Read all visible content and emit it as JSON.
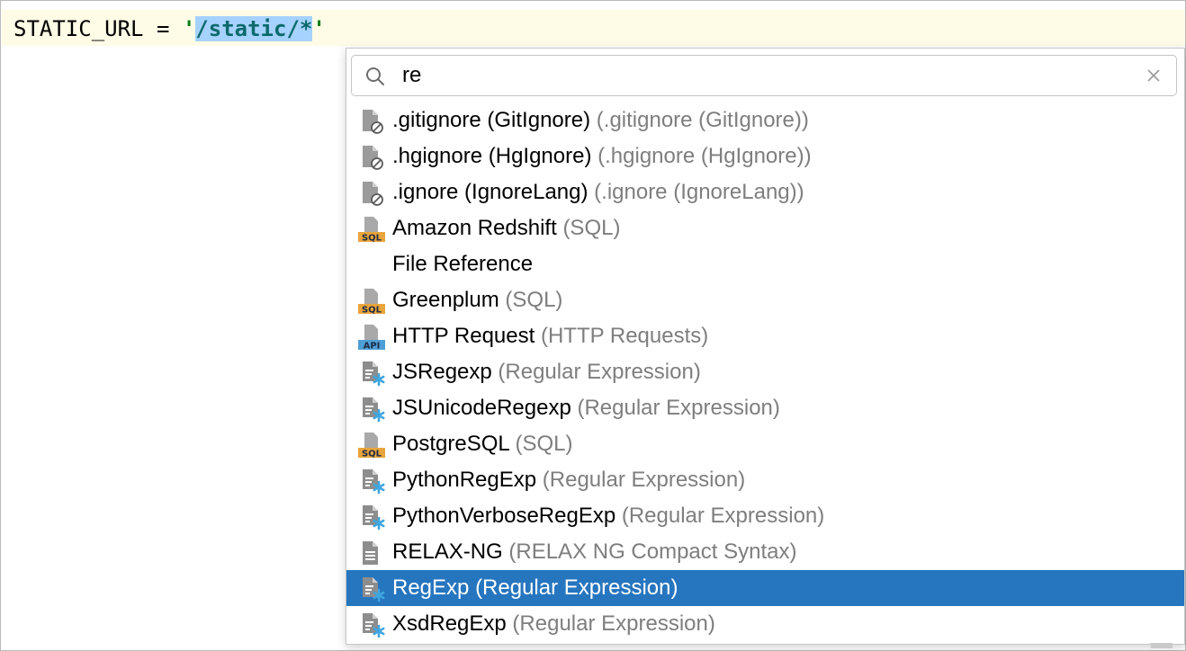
{
  "editor": {
    "code_prefix": "STATIC_URL = ",
    "quote_open": "'",
    "selected_text": "/static/*",
    "quote_close": "'"
  },
  "popup": {
    "search": {
      "value": "re",
      "placeholder": ""
    },
    "items": [
      {
        "label": ".gitignore (GitIgnore)",
        "detail": "(.gitignore (GitIgnore))",
        "icon": "ignore-file-icon"
      },
      {
        "label": ".hgignore (HgIgnore)",
        "detail": "(.hgignore (HgIgnore))",
        "icon": "ignore-file-icon"
      },
      {
        "label": ".ignore (IgnoreLang)",
        "detail": "(.ignore (IgnoreLang))",
        "icon": "ignore-file-icon"
      },
      {
        "label": "Amazon Redshift",
        "detail": "(SQL)",
        "icon": "sql-file-icon"
      },
      {
        "label": "File Reference",
        "detail": "",
        "icon": ""
      },
      {
        "label": "Greenplum",
        "detail": "(SQL)",
        "icon": "sql-file-icon"
      },
      {
        "label": "HTTP Request",
        "detail": "(HTTP Requests)",
        "icon": "api-file-icon"
      },
      {
        "label": "JSRegexp",
        "detail": "(Regular Expression)",
        "icon": "regexp-file-icon"
      },
      {
        "label": "JSUnicodeRegexp",
        "detail": "(Regular Expression)",
        "icon": "regexp-file-icon"
      },
      {
        "label": "PostgreSQL",
        "detail": "(SQL)",
        "icon": "sql-file-icon"
      },
      {
        "label": "PythonRegExp",
        "detail": "(Regular Expression)",
        "icon": "regexp-file-icon"
      },
      {
        "label": "PythonVerboseRegExp",
        "detail": "(Regular Expression)",
        "icon": "regexp-file-icon"
      },
      {
        "label": "RELAX-NG",
        "detail": "(RELAX NG Compact Syntax)",
        "icon": "text-file-icon"
      },
      {
        "label": "RegExp",
        "detail": "(Regular Expression)",
        "icon": "regexp-file-icon",
        "selected": true
      },
      {
        "label": "XsdRegExp",
        "detail": "(Regular Expression)",
        "icon": "regexp-file-icon"
      }
    ]
  },
  "colors": {
    "selection": "#2675bf",
    "editor_selection": "#a6d2ff",
    "current_line": "#fefce6",
    "detail_text": "#7e7e7e",
    "sql_badge": "#e8a53b",
    "api_badge": "#4e9fd6",
    "regexp_star": "#3fa6e0"
  }
}
